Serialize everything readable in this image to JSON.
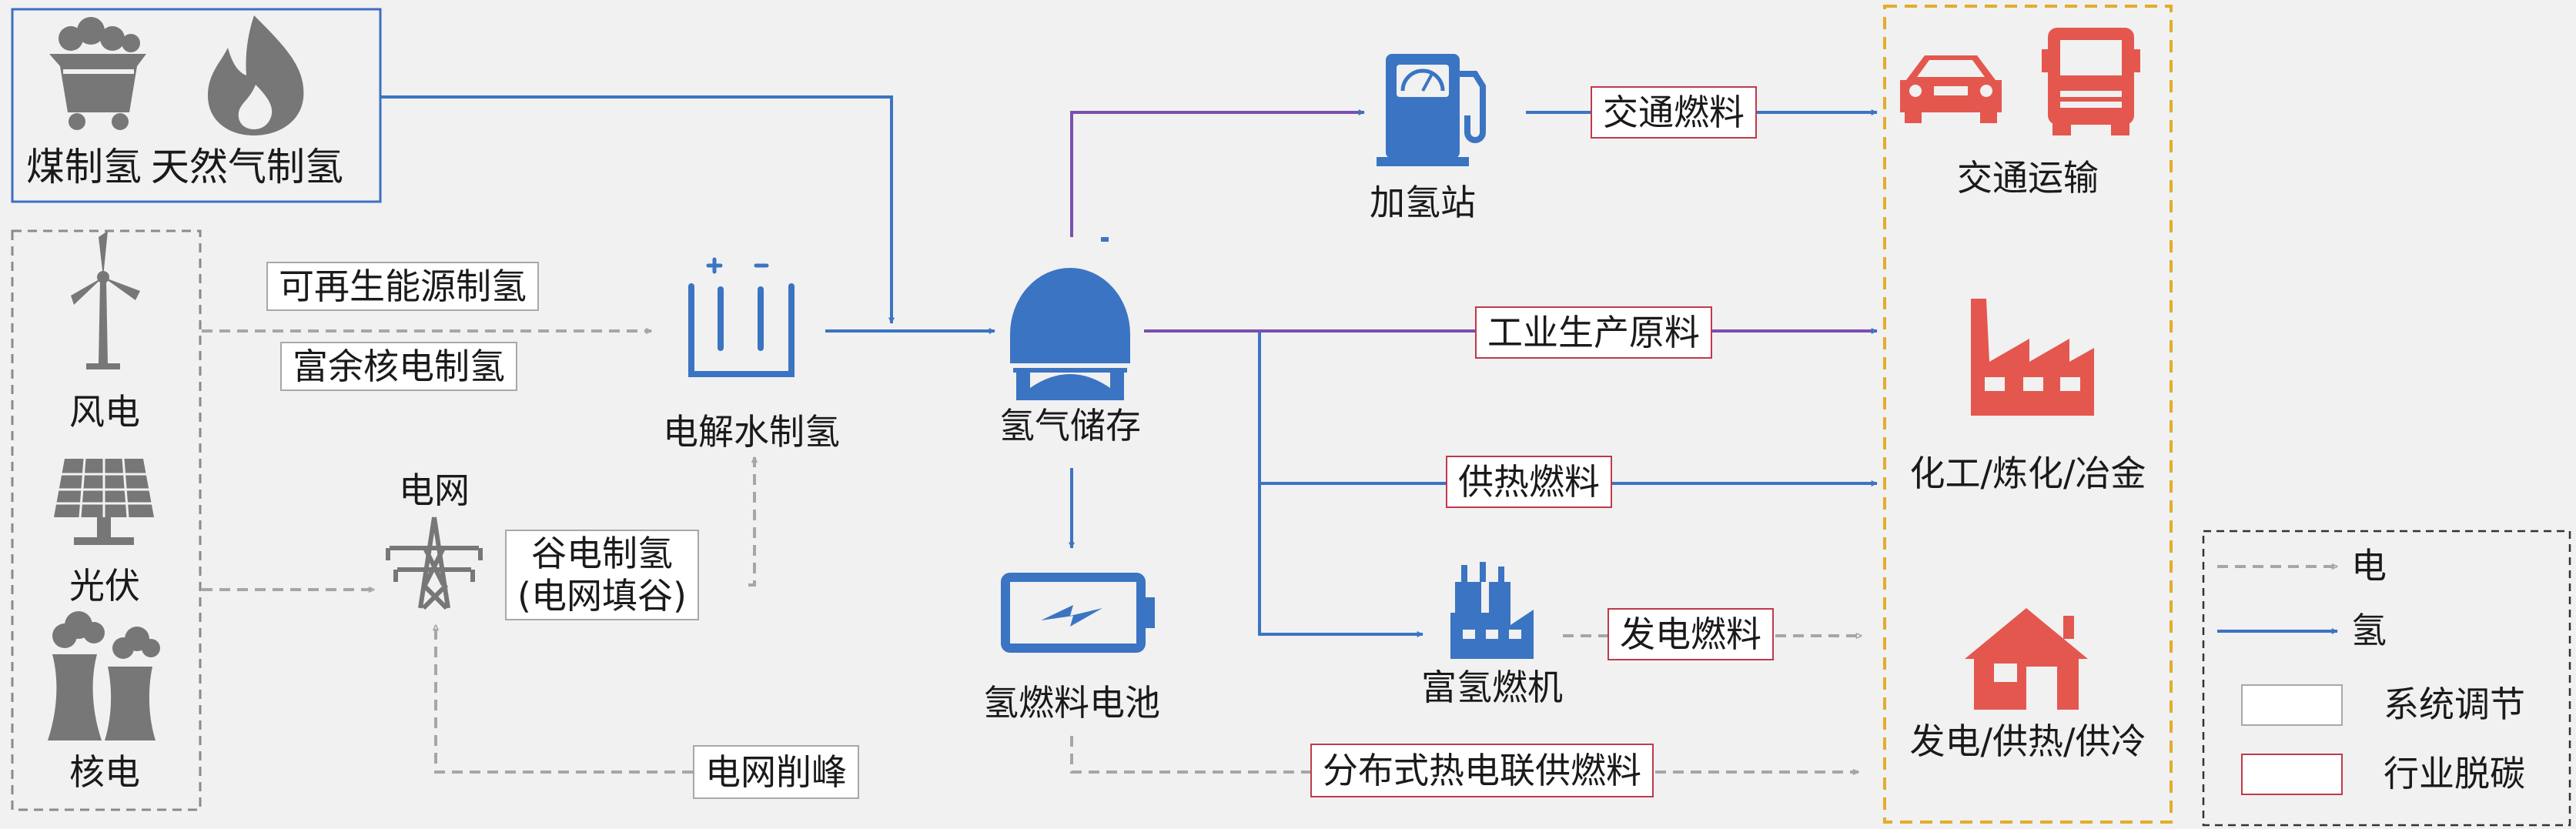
{
  "sources": {
    "coal": "煤制氢",
    "natural_gas": "天然气制氢",
    "wind": "风电",
    "solar": "光伏",
    "nuclear": "核电"
  },
  "grid": {
    "title": "电网",
    "valley_line1": "谷电制氢",
    "valley_line2": "(电网填谷)",
    "peak_shaving": "电网削峰"
  },
  "production": {
    "renewable": "可再生能源制氢",
    "nuclear_surplus": "富余核电制氢",
    "electrolysis": "电解水制氢"
  },
  "storage": {
    "storage": "氢气储存",
    "fuel_cell": "氢燃料电池",
    "station": "加氢站",
    "turbine": "富氢燃机"
  },
  "flows": {
    "transport_fuel": "交通燃料",
    "industrial_feedstock": "工业生产原料",
    "heating_fuel": "供热燃料",
    "power_fuel": "发电燃料",
    "chp_fuel": "分布式热电联供燃料"
  },
  "sectors": {
    "transport": "交通运输",
    "chemical": "化工/炼化/冶金",
    "power_heat_cool": "发电/供热/供冷"
  },
  "legend": {
    "electricity": "电",
    "hydrogen": "氢",
    "system_regulation": "系统调节",
    "industry_decarbonization": "行业脱碳"
  },
  "colors": {
    "hydrogen_line": "#3b74c2",
    "purple_line": "#7a4fb0",
    "electricity_line": "#a6a6a6",
    "icon_gray": "#777777",
    "icon_blue": "#3b74c2",
    "icon_red": "#e4574e",
    "source_box_border": "#3e6fc3",
    "sector_box_border": "#e3ac2b",
    "industry_box_border": "#c0394b",
    "system_box_border": "#a8a8a8"
  }
}
